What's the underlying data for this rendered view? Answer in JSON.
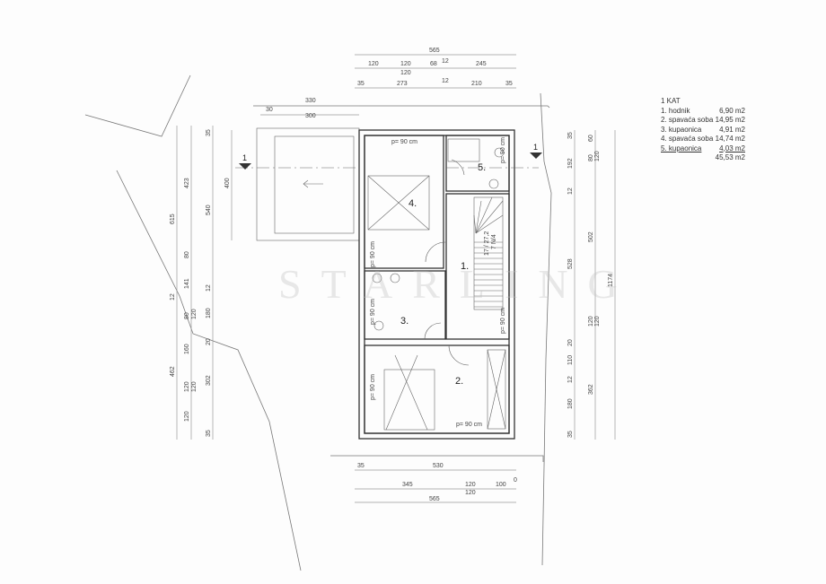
{
  "legend": {
    "title": "1 KAT",
    "rooms": [
      {
        "name": "1. hodnik",
        "area": "6,90 m2"
      },
      {
        "name": "2. spavaća soba",
        "area": "14,95 m2"
      },
      {
        "name": "3. kupaonica",
        "area": "4,91 m2"
      },
      {
        "name": "4. spavaća soba",
        "area": "14,74 m2"
      },
      {
        "name": "5. kupaonica",
        "area": "4,03 m2"
      }
    ],
    "total": "45,53 m2"
  },
  "watermark": "STARLING",
  "rooms": {
    "r1": "1.",
    "r2": "2.",
    "r3": "3.",
    "r4": "4.",
    "r5": "5."
  },
  "windows": {
    "w": "p= 90 cm"
  },
  "stair": {
    "a": "17 / 27,2",
    "b": "7 N/4"
  },
  "section": {
    "mark": "1"
  },
  "dims_top": {
    "total": "565",
    "r2": [
      "120",
      "120",
      "68",
      "12",
      "245"
    ],
    "r2b": "120",
    "r3": [
      "35",
      "273",
      "12",
      "210",
      "35"
    ],
    "terrace": [
      "330",
      "30",
      "300"
    ]
  },
  "dims_bottom": {
    "r1": [
      "35",
      "530"
    ],
    "r2": [
      "345",
      "120",
      "100",
      "0"
    ],
    "r2b": "120",
    "total": "565"
  },
  "dims_left": {
    "a": [
      "615",
      "12",
      "462"
    ],
    "b": [
      "423",
      "80",
      "141",
      "80",
      "120",
      "160",
      "120",
      "120",
      "120"
    ],
    "c": [
      "35",
      "540",
      "12",
      "180",
      "20",
      "302",
      "35"
    ],
    "d": "400"
  },
  "dims_right": {
    "a": [
      "35",
      "192",
      "12",
      "528",
      "20",
      "110",
      "12",
      "180",
      "35"
    ],
    "b": [
      "60",
      "80",
      "120",
      "502",
      "120",
      "120",
      "362"
    ],
    "c": "1174"
  }
}
